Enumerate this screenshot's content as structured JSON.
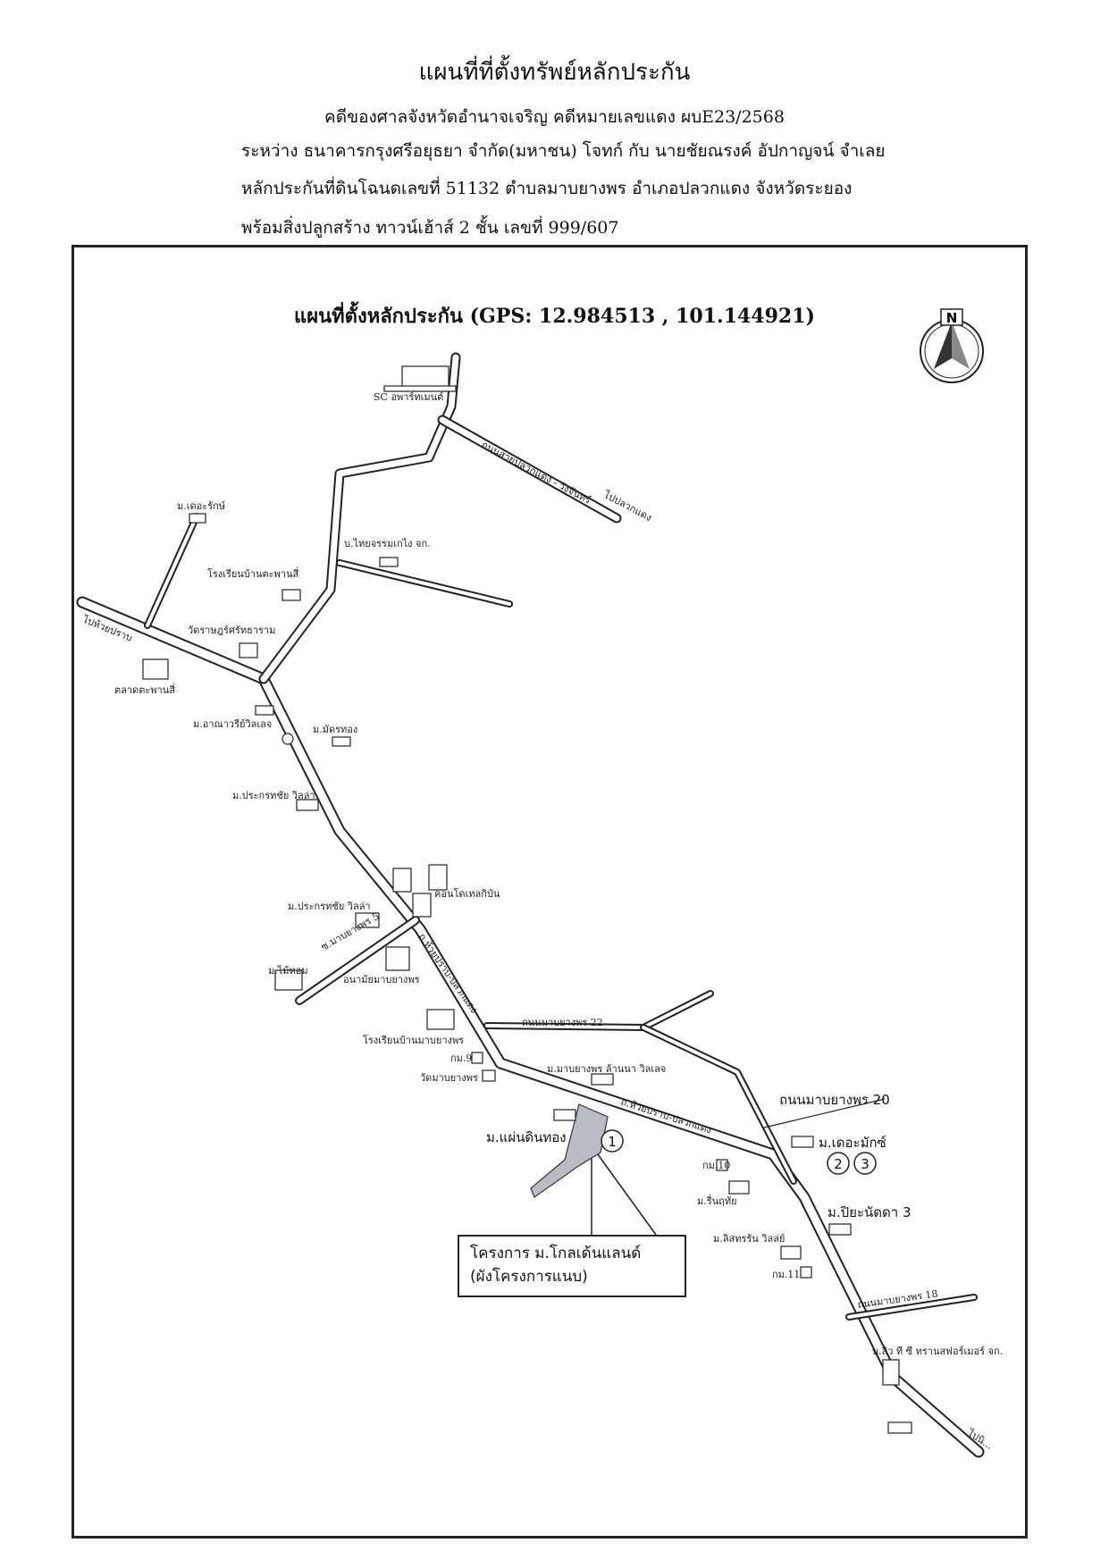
{
  "header": {
    "title": "แผนที่ที่ตั้งทรัพย์หลักประกัน",
    "line1": "คดีของศาลจังหวัดอำนาจเจริญ คดีหมายเลขแดง ผบE23/2568",
    "line2": "ระหว่าง ธนาคารกรุงศรีอยุธยา จำกัด(มหาชน) โจทก์ กับ นายชัยณรงค์ อัปกาญจน์ จำเลย",
    "line3": "หลักประกันที่ดินโฉนดเลขที่ 51132 ตำบลมาบยางพร อำเภอปลวกแดง จังหวัดระยอง",
    "line4": "พร้อมสิ่งปลูกสร้าง ทาวน์เฮ้าส์ 2 ชั้น เลขที่ 999/607"
  },
  "map": {
    "title": "แผนที่ตั้งหลักประกัน (GPS: 12.984513 , 101.144921)",
    "compass_label": "N",
    "road_colors": {
      "line": "#222222",
      "fill": "#ffffff",
      "plot": "#b8bcc4"
    },
    "labels": {
      "sc_apartment": "SC อพาร์ทเมนต์",
      "road_north": "ถนนสายปลวกแดง - วังจันทร์",
      "to_pluak_daeng": "ไปปลวกแดง",
      "village_top_left": "ม.เดอะรักษ์",
      "factory_top": "บ.ไทยจรรมเกไง จก.",
      "school_top": "โรงเรียนบ้านตะพานสี่",
      "to_huai_prap": "ไปห้วยปราบ",
      "temple_top": "วัดราษฎร์ศรัทธาราม",
      "market": "ตลาดตะพานสี่",
      "village_a": "ม.อาณาวรีย์วิลเลจ",
      "village_b": "ม.มัดรทอง",
      "village_c": "ม.ประกรทชัย วิลล่า",
      "condo": "คอนโดเทลกิบัน",
      "village_d": "ม.ประกรทชัย วิลล่า",
      "road_main_1": "ถ.ห้วยปราบ-ปลวกแดง",
      "soi_5": "ซ.มาบยางพร 5",
      "village_e": "ม.ไม้หอม",
      "health_center": "อนามัยมาบยางพร",
      "road_22": "ถนนมาบยางพร 22",
      "school_mid": "โรงเรียนบ้านมาบยางพร",
      "km9": "กม.9",
      "temple_mid": "วัดมาบยางพร",
      "village_f": "ม.มาบยางพร ล้านนา วิลเลจ",
      "road_main_2": "ถ.ห้วยปราบ-ปลวกแดง",
      "road_20": "ถนนมาบยางพร 20",
      "village_phaen_din_thong": "ม.แผ่นดินทอง",
      "plot_1": "1",
      "village_the_max": "ม.เดอะมักซ์",
      "plot_2": "2",
      "plot_3": "3",
      "km10": "กม.10",
      "village_g": "ม.รื่นฤทัย",
      "village_piya": "ม.ปิยะนัดดา 3",
      "village_h": "ม.ลิสทรรัน วิลล่ย์",
      "km11": "กม.11",
      "road_18": "ถนนมาบยางพร 18",
      "factory_bottom": "บ.ลิว ที ซี ทรานสฟอร์เมอร์ จก.",
      "to_bottom": "ไปนิ..."
    }
  },
  "callout": {
    "line1": "โครงการ ม.โกลเด้นแลนด์",
    "line2": "(ผังโครงการแนบ)"
  }
}
